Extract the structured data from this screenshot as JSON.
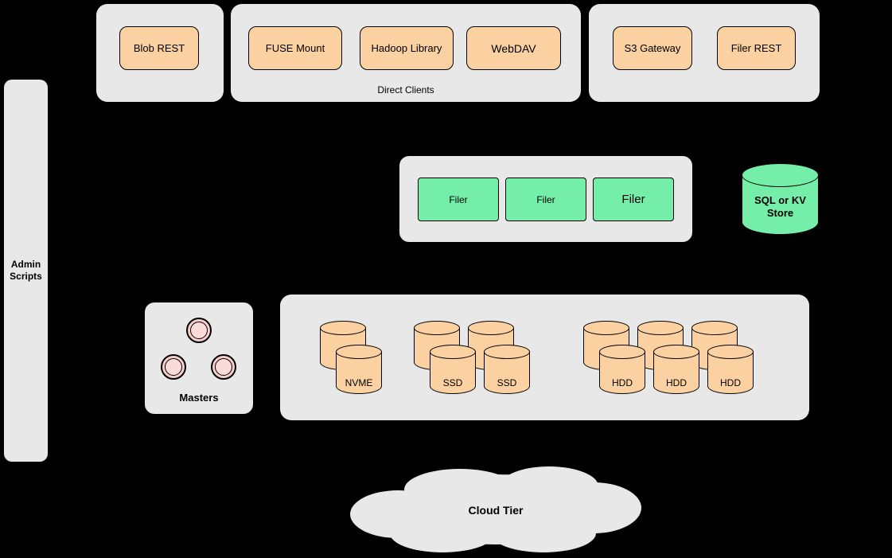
{
  "diagram": {
    "groups": {
      "blob": {
        "buttons": [
          "Blob REST"
        ]
      },
      "direct_clients": {
        "caption": "Direct Clients",
        "buttons": [
          "FUSE Mount",
          "Hadoop Library",
          "WebDAV"
        ]
      },
      "gateways": {
        "buttons": [
          "S3 Gateway",
          "Filer REST"
        ]
      }
    },
    "admin": {
      "label": "Admin\nScripts"
    },
    "filers": {
      "labels": [
        "Filer",
        "Filer",
        "Filer"
      ]
    },
    "sql_store": {
      "label": "SQL or KV\nStore"
    },
    "masters": {
      "caption": "Masters"
    },
    "disks": {
      "nvme": [
        "NVME"
      ],
      "ssd": [
        "SSD",
        "SSD"
      ],
      "hdd": [
        "HDD",
        "HDD",
        "HDD"
      ]
    },
    "cloud": {
      "label": "Cloud Tier"
    },
    "colors": {
      "background": "#000000",
      "panel_fill": "#e8e8e8",
      "client_fill": "#fbd1a2",
      "filer_fill": "#74eea8",
      "master_fill": "#f8cecc",
      "stroke": "#000000"
    }
  }
}
